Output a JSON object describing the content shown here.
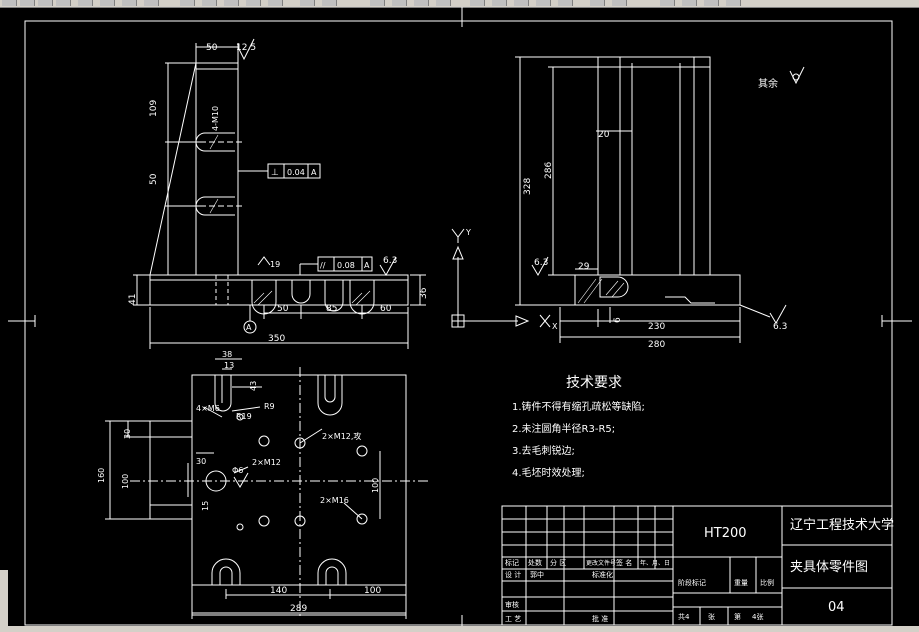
{
  "colors": {
    "background": "#000000",
    "lines": "#ffffff",
    "toolbar": "#d4d0c8"
  },
  "front_view": {
    "dims": {
      "top_width": "50",
      "roughness_top": "12.5",
      "h109": "109",
      "h50": "50",
      "h41": "41",
      "b50": "50",
      "b85": "85",
      "b60": "60",
      "b350": "350",
      "b36": "36",
      "b19": "19"
    },
    "hole_note": "4-M10",
    "perp_tol": {
      "symbol": "⊥",
      "value": "0.04",
      "datum": "A"
    },
    "par_tol": {
      "symbol": "//",
      "value": "0.08",
      "datum": "A"
    },
    "roughness_63": "6.3",
    "datum_label": "A"
  },
  "side_view": {
    "dims": {
      "h328": "328",
      "h286": "286",
      "w20": "20",
      "w29": "29",
      "w230": "230",
      "w280": "280",
      "d6": "6",
      "r63a": "6.3",
      "r63b": "6.3"
    },
    "rest_roughness": "其余"
  },
  "axes": {
    "y": "Y",
    "x": "X"
  },
  "top_view": {
    "dims": {
      "d38": "38",
      "d13": "13",
      "d43": "43",
      "r19": "R19",
      "r9": "R9",
      "v30": "30",
      "v100": "100",
      "v160": "160",
      "v30b": "30",
      "v15": "15",
      "r100": "100",
      "b140": "140",
      "b100": "100",
      "b289": "289"
    },
    "notes": {
      "m6": "4×M6",
      "phi6": "Φ6",
      "m12a": "2×M12,攻",
      "m12b": "2×M12",
      "m16": "2×M16"
    }
  },
  "tech": {
    "title": "技术要求",
    "items": [
      "1.铸件不得有缩孔疏松等缺陷;",
      "2.未注圆角半径R3-R5;",
      "3.去毛刺锐边;",
      "4.毛坯时效处理;"
    ]
  },
  "title_block": {
    "material": "HT200",
    "school": "辽宁工程技术大学",
    "drawing_name": "夹具体零件图",
    "drawing_no": "04",
    "h_mark": "标记",
    "h_count": "处数",
    "h_zone": "分 区",
    "h_doc": "更改文件号",
    "h_sign": "签 名",
    "h_date": "年、月、日",
    "design": "设 计",
    "designer": "郭中",
    "std": "标准化",
    "stage": "阶段标记",
    "weight": "重量",
    "scale": "比例",
    "review": "审核",
    "process": "工 艺",
    "approve": "批 准",
    "total": "共4",
    "sheet": "张",
    "nth": "第",
    "nth_sheets": "4张"
  }
}
